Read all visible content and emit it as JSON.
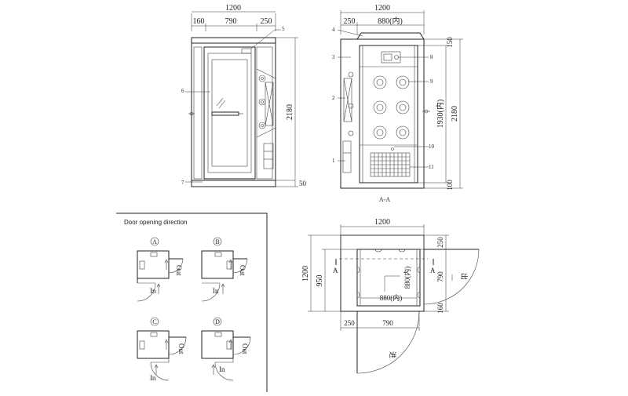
{
  "front_view": {
    "dim_total": "1200",
    "dim_left": "160",
    "dim_middle": "790",
    "dim_right": "250",
    "dim_height": "2180",
    "dim_base": "50",
    "callouts": [
      "5",
      "6",
      "7"
    ]
  },
  "section_view": {
    "dim_total": "1200",
    "dim_side": "250",
    "dim_inner": "880(内)",
    "dim_top": "150",
    "dim_inner_height": "1930(内)",
    "dim_height": "2180",
    "dim_bottom": "100",
    "callouts": [
      "4",
      "3",
      "2",
      "1",
      "8",
      "9",
      "10",
      "11"
    ],
    "caption": "A-A"
  },
  "door_panel": {
    "title": "Door opening direction",
    "variants": [
      {
        "letter": "A",
        "out_label": "Out",
        "in_label": "In"
      },
      {
        "letter": "B",
        "out_label": "Out",
        "in_label": "In"
      },
      {
        "letter": "C",
        "out_label": "Out",
        "in_label": "In"
      },
      {
        "letter": "D",
        "out_label": "Out",
        "in_label": "In"
      }
    ]
  },
  "plan_view": {
    "dim_total": "1200",
    "dim_depth": "1200",
    "dim_950": "950",
    "dim_inner_w": "880(内)",
    "dim_inner_h": "880(内)",
    "dim_side": "250",
    "dim_door": "790",
    "dim_right_top": "250",
    "dim_right_door": "790",
    "dim_right_bottom": "160",
    "section_marker": "A",
    "exit_label": "出",
    "entry_label": "进"
  }
}
